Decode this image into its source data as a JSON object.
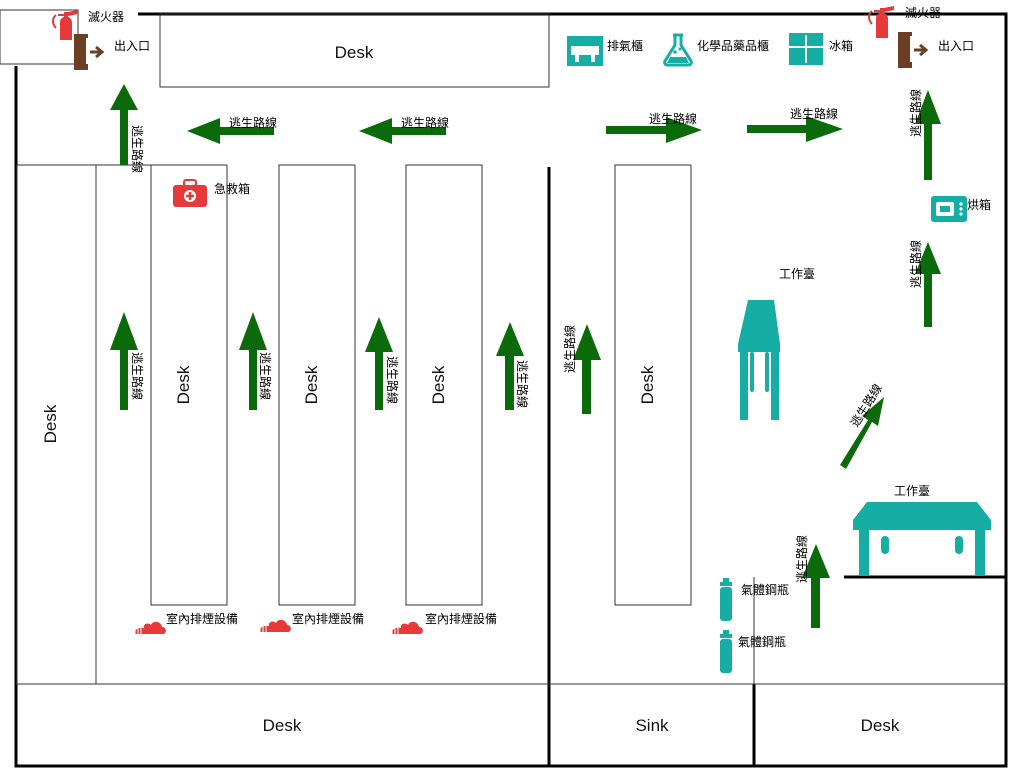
{
  "labels": {
    "desk": "Desk",
    "sink": "Sink",
    "escape_route": "逃生路線",
    "exit": "出入口",
    "extinguisher": "滅火器",
    "first_aid": "急救箱",
    "smoke_exhaust": "室內排煙設備",
    "fume_hood": "排氣櫃",
    "chemical_cabinet": "化學品藥品櫃",
    "fridge": "冰箱",
    "oven": "烘箱",
    "workbench": "工作臺",
    "gas_cylinder": "氣體鋼瓶"
  },
  "colors": {
    "arrow": "#0b6b0b",
    "equipment": "#16aea4",
    "safety_red": "#e8393a",
    "exit_brown": "#6b3f24",
    "wall": "#000000",
    "line": "#333333"
  },
  "icons": [
    "fire-extinguisher-icon",
    "exit-door-icon",
    "first-aid-kit-icon",
    "smoke-exhaust-icon",
    "fume-hood-icon",
    "chemical-flask-icon",
    "fridge-icon",
    "oven-icon",
    "workbench-icon",
    "gas-cylinder-icon",
    "escape-arrow-icon"
  ]
}
